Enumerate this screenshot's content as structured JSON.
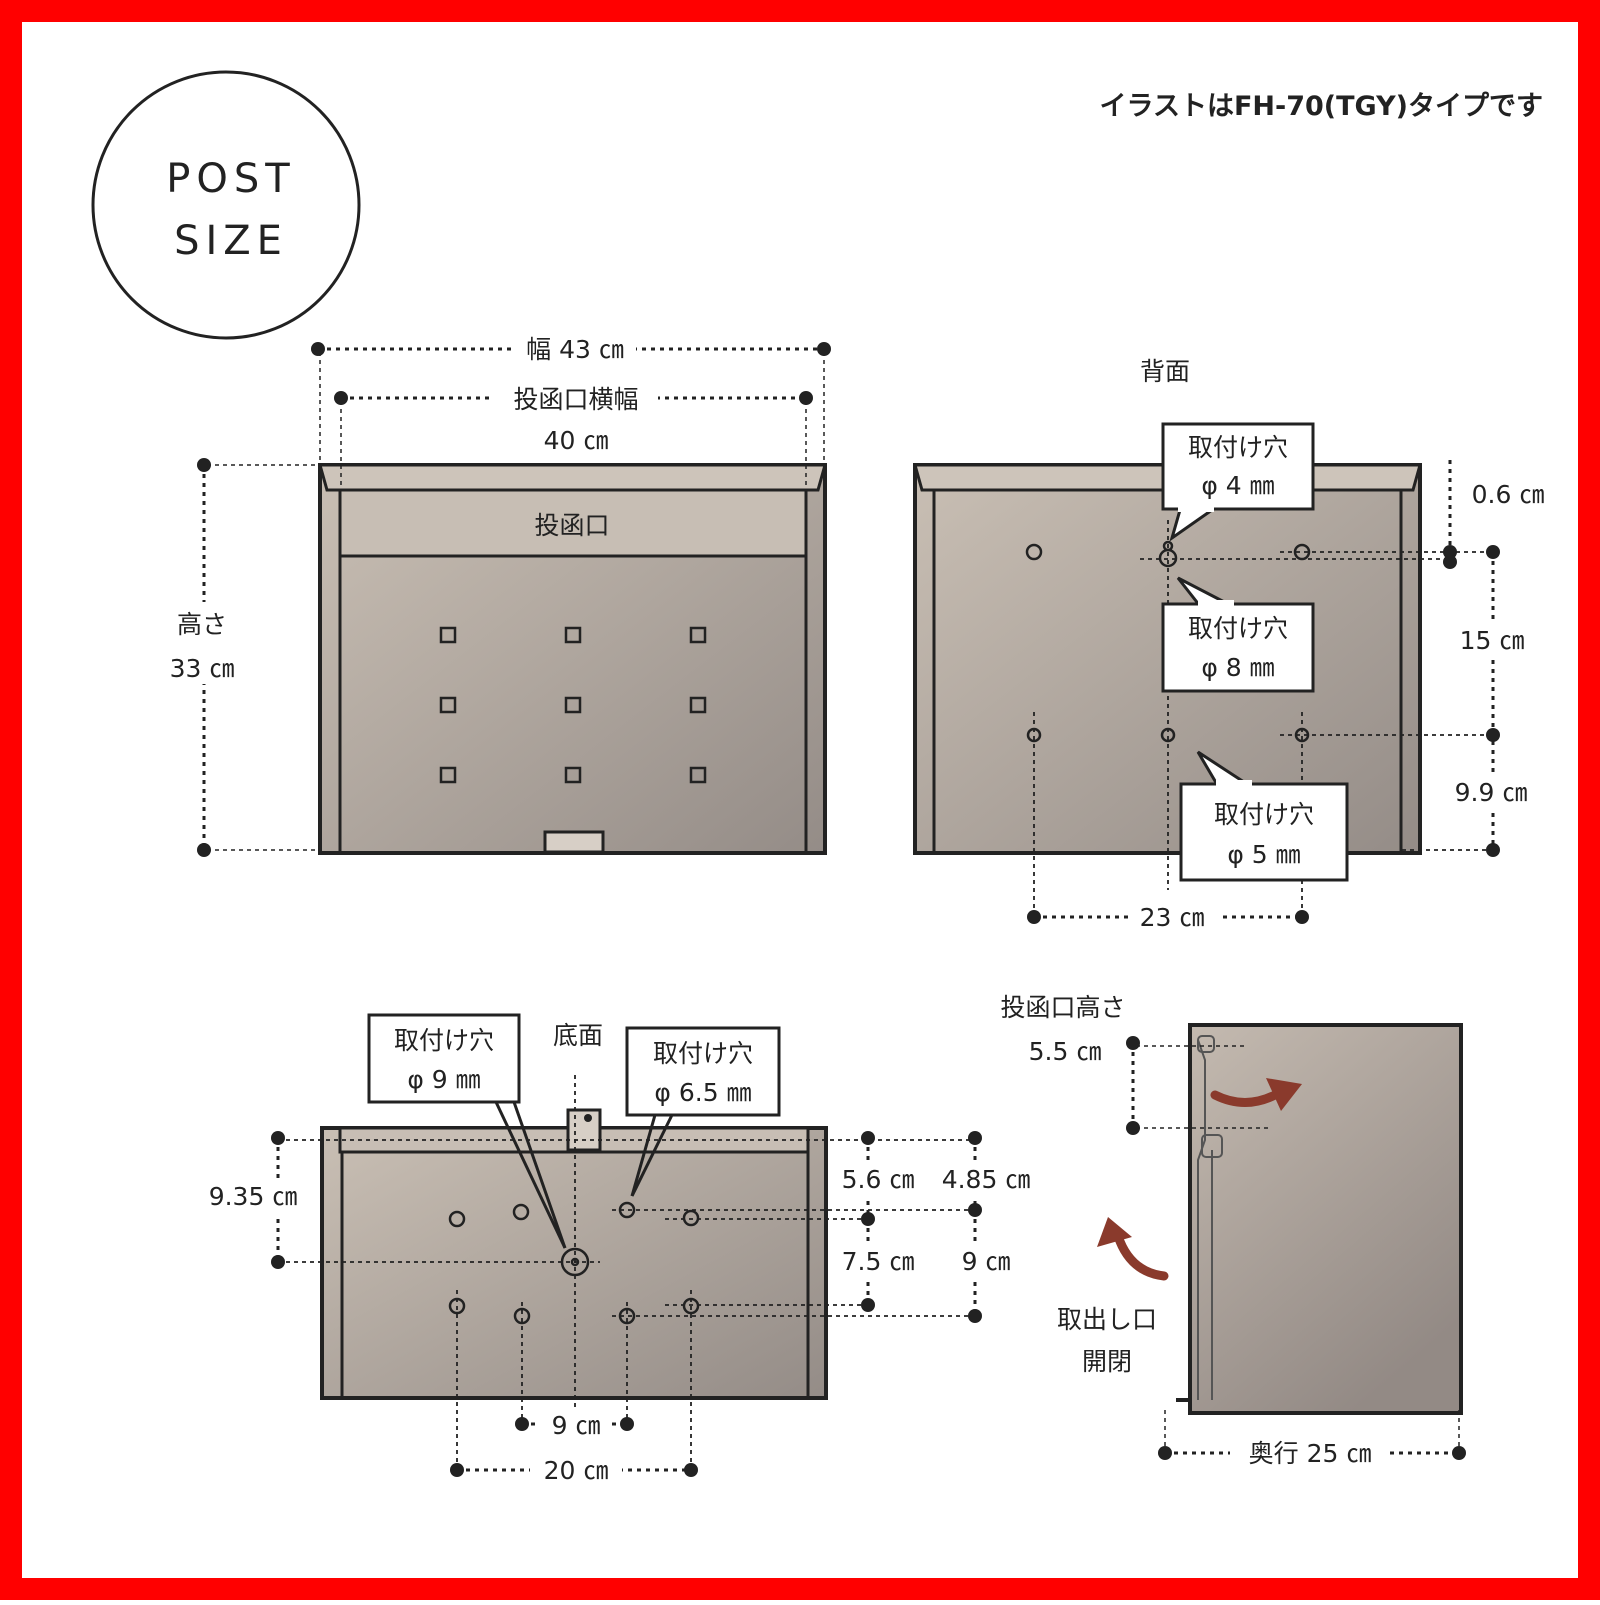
{
  "colors": {
    "frame": "#ff0000",
    "box_fill_light": "#c9bfb4",
    "box_fill_dark": "#948c87",
    "outline": "#222222",
    "arrow": "#8a3a2c"
  },
  "badge": {
    "line1": "POST",
    "line2": "SIZE"
  },
  "note": "イラストはFH-70(TGY)タイプです",
  "front": {
    "width_label": "幅 43 ㎝",
    "slot_width_title": "投函口横幅",
    "slot_width_value": "40 ㎝",
    "slot_label": "投函口",
    "height_title": "高さ",
    "height_value": "33 ㎝"
  },
  "back": {
    "title": "背面",
    "hole_top": {
      "title": "取付け穴",
      "size": "φ 4 ㎜"
    },
    "hole_mid": {
      "title": "取付け穴",
      "size": "φ 8 ㎜"
    },
    "hole_low": {
      "title": "取付け穴",
      "size": "φ 5 ㎜"
    },
    "dim_top": "0.6 ㎝",
    "dim_mid": "15 ㎝",
    "dim_low": "9.9 ㎝",
    "dim_width": "23 ㎝"
  },
  "bottom": {
    "title": "底面",
    "hole_large": {
      "title": "取付け穴",
      "size": "φ 9 ㎜"
    },
    "hole_small": {
      "title": "取付け穴",
      "size": "φ 6.5 ㎜"
    },
    "dim_left": "9.35 ㎝",
    "dim_a": "5.6 ㎝",
    "dim_b": "4.85 ㎝",
    "dim_c": "7.5 ㎝",
    "dim_d": "9 ㎝",
    "dim_inner": "9 ㎝",
    "dim_outer": "20 ㎝"
  },
  "side": {
    "slot_height_title": "投函口高さ",
    "slot_height_value": "5.5 ㎝",
    "door_line1": "取出し口",
    "door_line2": "開閉",
    "depth": "奥行 25 ㎝"
  }
}
